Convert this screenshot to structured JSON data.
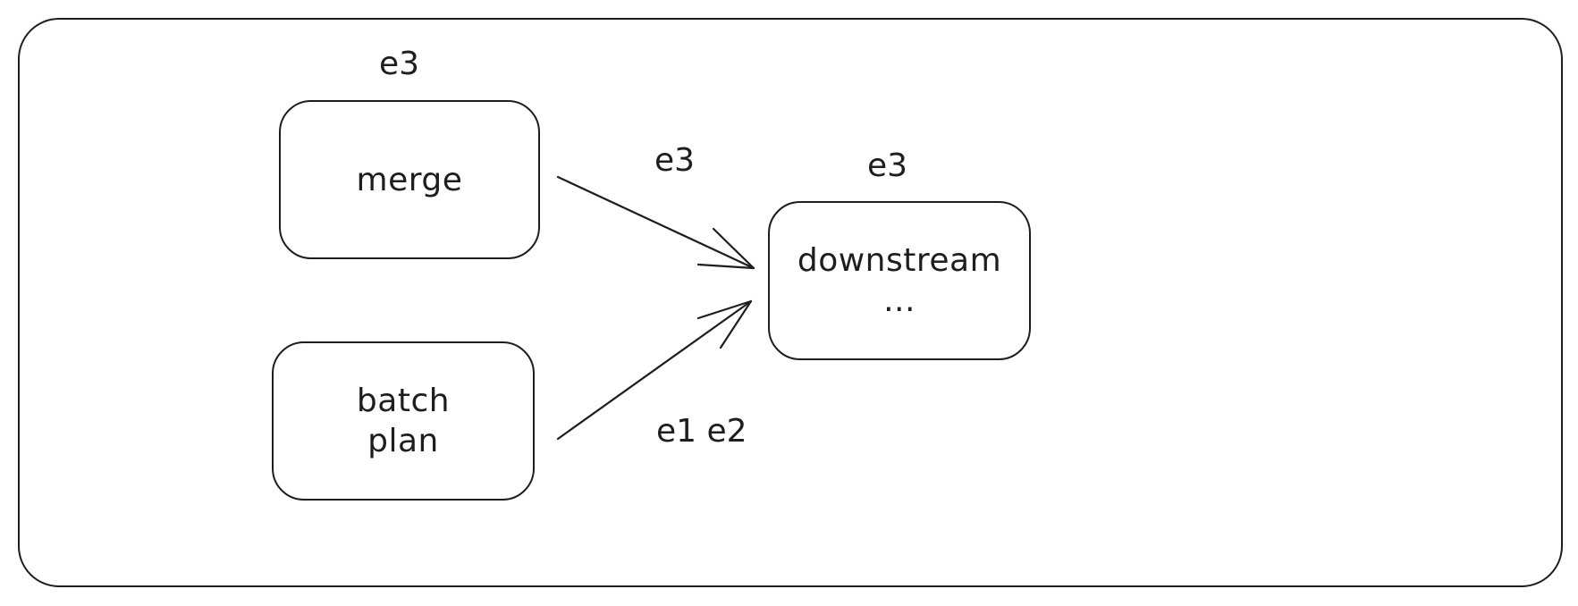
{
  "diagram": {
    "nodes": {
      "merge": {
        "lines": [
          "merge"
        ]
      },
      "batch_plan": {
        "lines": [
          "batch",
          "plan"
        ]
      },
      "downstream": {
        "lines": [
          "downstream",
          "..."
        ]
      }
    },
    "labels": {
      "merge_top": "e3",
      "downstream_top": "e3",
      "edge_merge_to_downstream": "e3",
      "edge_batch_to_downstream": "e1 e2"
    },
    "edges": [
      {
        "from": "merge",
        "to": "downstream",
        "label": "e3"
      },
      {
        "from": "batch_plan",
        "to": "downstream",
        "label": "e1 e2"
      }
    ]
  }
}
